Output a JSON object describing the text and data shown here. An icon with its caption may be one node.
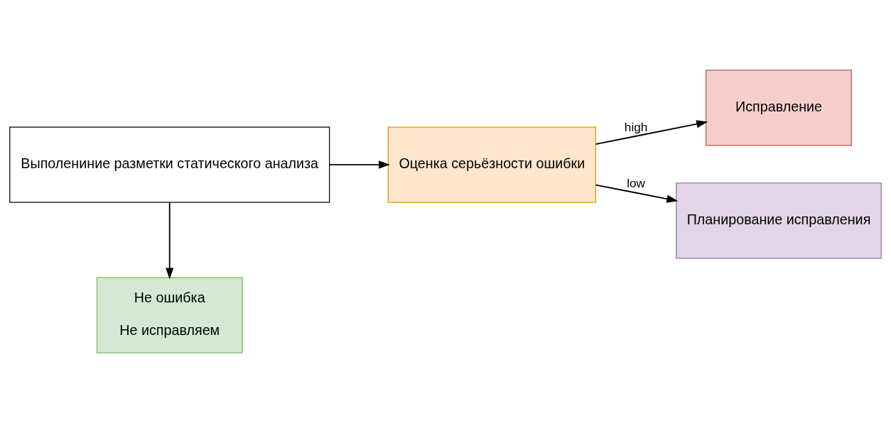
{
  "diagram": {
    "nodes": [
      {
        "text": [
          "Выполениние разметки статического анализа"
        ]
      },
      {
        "text": [
          "Оценка серьёзности ошибки"
        ]
      },
      {
        "text": [
          "Исправление"
        ]
      },
      {
        "text": [
          "Планирование исправления"
        ]
      },
      {
        "text": [
          "Не ошибка",
          "Не исправляем"
        ]
      }
    ],
    "edges": [
      {
        "from": 0,
        "to": 1,
        "arrow": "to"
      },
      {
        "from": 1,
        "to": 2,
        "arrow": "to",
        "label": "high"
      },
      {
        "from": 1,
        "to": 3,
        "arrow": "to",
        "label": "low"
      },
      {
        "from": 0,
        "to": 4,
        "arrow": "to"
      }
    ]
  }
}
